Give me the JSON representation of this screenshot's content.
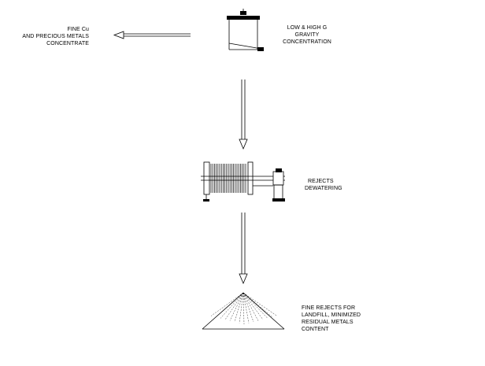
{
  "labels": {
    "concentrate": [
      "FINE Cu",
      "AND PRECIOUS METALS",
      "CONCENTRATE"
    ],
    "gravity": [
      "LOW & HIGH G",
      "GRAVITY",
      "CONCENTRATION"
    ],
    "dewatering": [
      "REJECTS",
      "DEWATERING"
    ],
    "landfill": [
      "FINE REJECTS FOR",
      "LANDFILL, MINIMIZED",
      "RESIDUAL METALS",
      "CONTENT"
    ]
  },
  "colors": {
    "line": "#000000",
    "background": "#ffffff"
  },
  "icons": [
    "gravity-concentrator-icon",
    "filter-press-icon",
    "rejects-pile-icon",
    "arrow-left-icon",
    "arrow-down-icon"
  ]
}
